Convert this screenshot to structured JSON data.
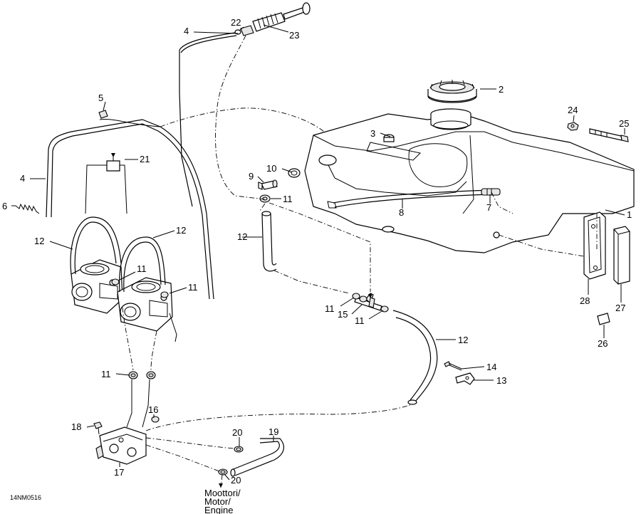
{
  "diagram_code": "14NM0516",
  "engine_note": [
    "Moottori/",
    "Motor/",
    "Engine"
  ],
  "colors": {
    "ink": "#000000",
    "paper": "#ffffff",
    "shade": "#e6e6e6"
  },
  "callouts": {
    "c1": "1",
    "c2": "2",
    "c3": "3",
    "c4a": "4",
    "c4b": "4",
    "c5": "5",
    "c6": "6",
    "c7": "7",
    "c8": "8",
    "c9": "9",
    "c10": "10",
    "c11a": "11",
    "c11b": "11",
    "c11c": "11",
    "c11d": "11",
    "c11e": "11",
    "c11f": "11",
    "c12a": "12",
    "c12b": "12",
    "c12c": "12",
    "c12d": "12",
    "c13": "13",
    "c14": "14",
    "c15": "15",
    "c16": "16",
    "c17": "17",
    "c18": "18",
    "c19": "19",
    "c20a": "20",
    "c20b": "20",
    "c21": "21",
    "c22": "22",
    "c23": "23",
    "c24": "24",
    "c25": "25",
    "c26": "26",
    "c27": "27",
    "c28": "28"
  }
}
